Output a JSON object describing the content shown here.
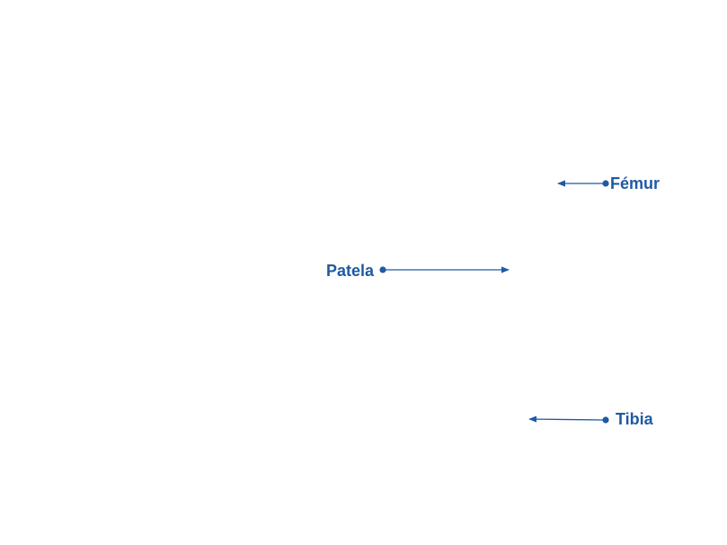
{
  "colors": {
    "accent": "#1f5aa3",
    "background": "#ffffff"
  },
  "labels": {
    "femur": "Fémur",
    "patela": "Patela",
    "tibia": "Tibia"
  }
}
